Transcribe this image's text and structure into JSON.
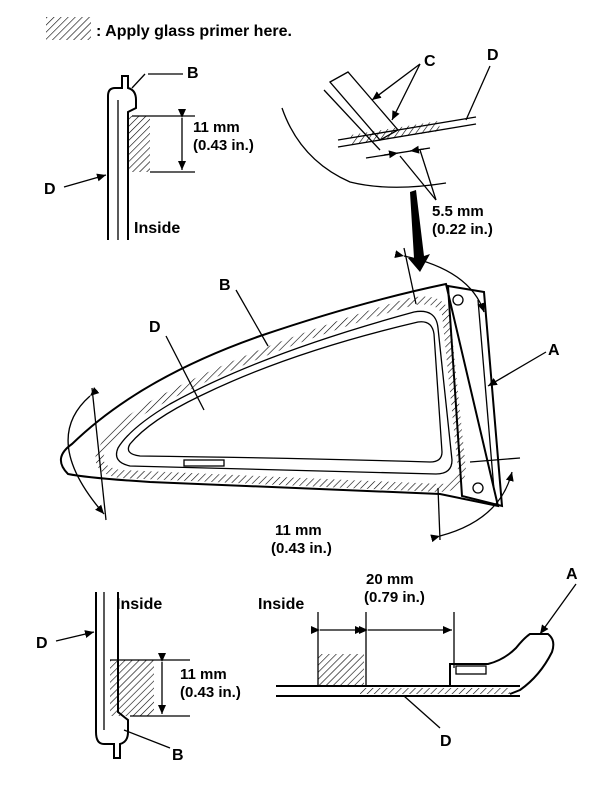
{
  "legend": {
    "text": ": Apply glass primer here."
  },
  "labels": {
    "A": "A",
    "B": "B",
    "C": "C",
    "D": "D",
    "inside": "Inside"
  },
  "dimensions": {
    "top_left_mm": "11 mm",
    "top_left_in": "(0.43 in.)",
    "top_right_mm": "5.5 mm",
    "top_right_in": "(0.22 in.)",
    "middle_mm": "11 mm",
    "middle_in": "(0.43 in.)",
    "bottom_left_mm": "11 mm",
    "bottom_left_in": "(0.43 in.)",
    "bottom_right_mm": "20 mm",
    "bottom_right_in": "(0.79 in.)"
  }
}
